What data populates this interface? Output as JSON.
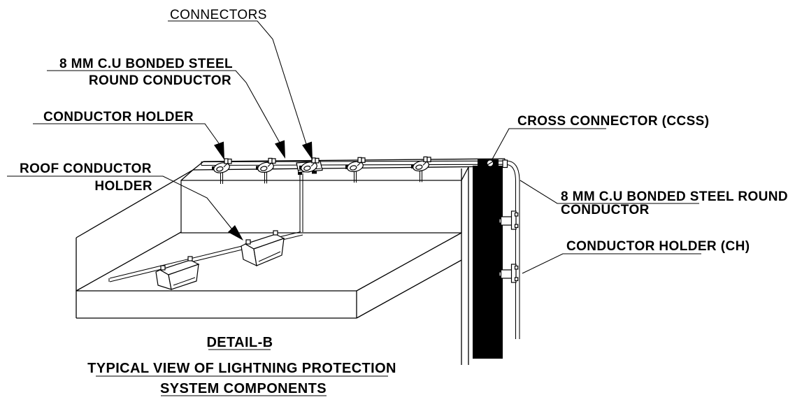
{
  "drawing": {
    "labels": {
      "connectors": "CONNECTORS",
      "bonded_steel_left_line1": "8 MM C.U BONDED STEEL",
      "bonded_steel_left_line2": "ROUND CONDUCTOR",
      "conductor_holder": "CONDUCTOR HOLDER",
      "roof_conductor_holder_line1": "ROOF CONDUCTOR",
      "roof_conductor_holder_line2": "HOLDER",
      "cross_connector": "CROSS CONNECTOR (CCSS)",
      "bonded_steel_right_line1": "8 MM C.U BONDED STEEL ROUND",
      "bonded_steel_right_line2": "CONDUCTOR",
      "conductor_holder_ch": "CONDUCTOR HOLDER (CH)"
    },
    "title": {
      "detail": "DETAIL-B",
      "caption_line1": "TYPICAL VIEW OF LIGHTNING PROTECTION",
      "caption_line2": "SYSTEM COMPONENTS"
    },
    "colors": {
      "ink": "#000000",
      "paper": "#ffffff"
    }
  }
}
